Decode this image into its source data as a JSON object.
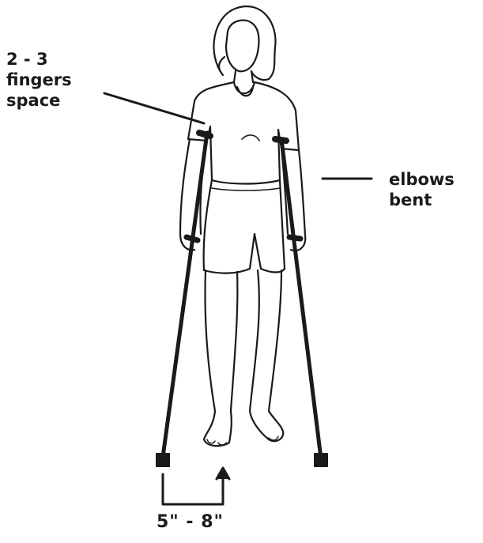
{
  "labels": {
    "fingers": {
      "line1": "2 - 3",
      "line2": "fingers",
      "line3": "space"
    },
    "elbows": {
      "line1": "elbows",
      "line2": "bent"
    },
    "distance": "5\" - 8\""
  },
  "colors": {
    "ink": "#1a1a1a",
    "background": "#ffffff"
  }
}
